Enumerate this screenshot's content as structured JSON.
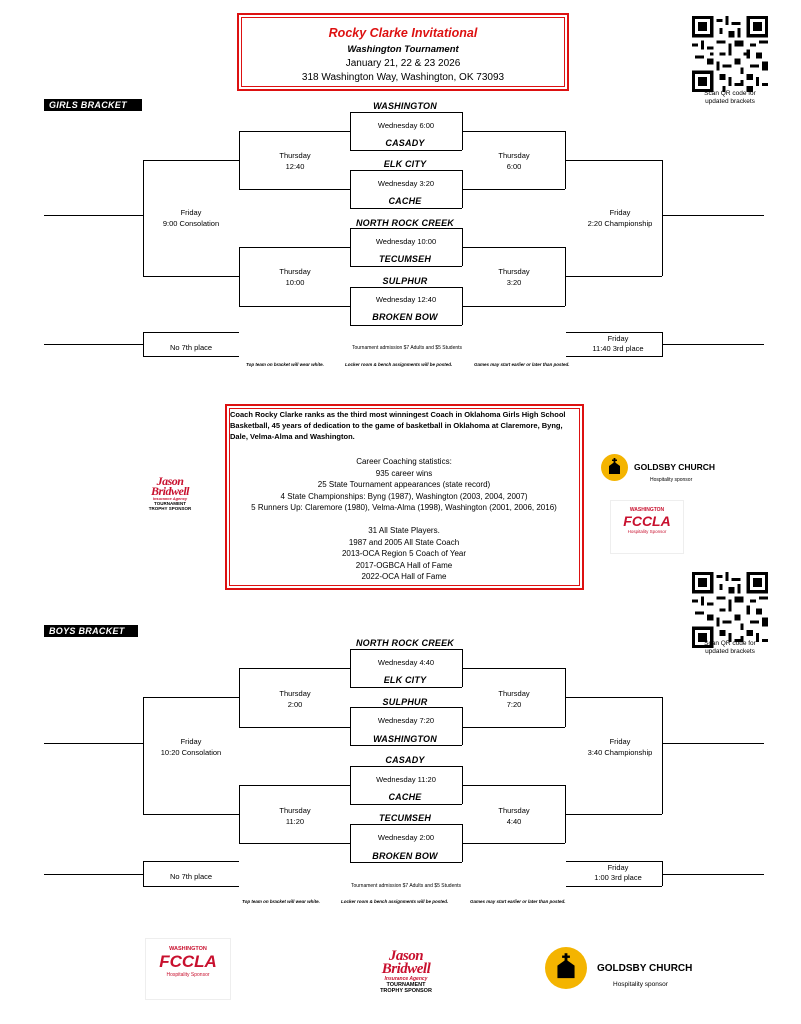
{
  "header": {
    "title": "Rocky Clarke Invitational",
    "subtitle": "Washington Tournament",
    "dates": "January 21, 22 & 23   2026",
    "address": "318 Washington Way,  Washington, OK  73093"
  },
  "qr": {
    "caption_line1": "Scan QR code for",
    "caption_line2": "updated brackets"
  },
  "girls": {
    "tag": "GIRLS BRACKET",
    "teams": [
      "WASHINGTON",
      "CASADY",
      "ELK CITY",
      "CACHE",
      "NORTH ROCK CREEK",
      "TECUMSEH",
      "SULPHUR",
      "BROKEN BOW"
    ],
    "first_round": [
      "Wednesday 6:00",
      "Wednesday  3:20",
      "Wednesday 10:00",
      "Wednesday 12:40"
    ],
    "semis_left": [
      {
        "day": "Thursday",
        "time": "12:40"
      },
      {
        "day": "Thursday",
        "time": "10:00"
      }
    ],
    "semis_right": [
      {
        "day": "Thursday",
        "time": "6:00"
      },
      {
        "day": "Thursday",
        "time": "3:20"
      }
    ],
    "consolation": {
      "day": "Friday",
      "time": "9:00  Consolation"
    },
    "championship": {
      "day": "Friday",
      "time": "2:20 Championship"
    },
    "seventh": "No  7th place",
    "third": {
      "day": "Friday",
      "time": "11:40  3rd place"
    },
    "admission": "Tournament admission $7 Adults and $5 Students",
    "notes": [
      "Top team on bracket will wear white.",
      "Locker room & bench assignments will be posted.",
      "Games may start earlier or later than posted."
    ]
  },
  "bio": {
    "intro": "Coach Rocky Clarke ranks as the third most winningest Coach in Oklahoma Girls High School Basketball, 45 years of dedication to the game of basketball in Oklahoma at Claremore, Byng, Dale, Velma-Alma and Washington.",
    "stats": [
      "Career Coaching statistics:",
      "935 career wins",
      "25 State Tournament appearances (state record)",
      "4 State Championships: Byng (1987), Washington (2003, 2004, 2007)",
      "5 Runners Up: Claremore (1980), Velma-Alma (1998), Washington (2001, 2006, 2016)"
    ],
    "honors": [
      "31 All State Players.",
      "1987 and 2005 All State Coach",
      "2013-OCA Region 5 Coach of Year",
      "2017-OGBCA Hall of Fame",
      "2022-OCA Hall of Fame"
    ]
  },
  "sponsors": {
    "jason_line1": "Jason",
    "jason_line2": "Bridwell",
    "jason_agency": "Insurance Agency",
    "jason_label1": "TOURNAMENT",
    "jason_label2": "TROPHY SPONSOR",
    "goldsby": "GOLDSBY CHURCH",
    "goldsby_label": "Hospitality sponsor",
    "fccla_top": "WASHINGTON",
    "fccla": "FCCLA",
    "fccla_label": "Hospitality Sponsor",
    "colors": {
      "red": "#c8102e",
      "gold": "#f4b400"
    }
  },
  "boys": {
    "tag": "BOYS BRACKET",
    "teams": [
      "NORTH ROCK CREEK",
      "ELK CITY",
      "SULPHUR",
      "WASHINGTON",
      "CASADY",
      "CACHE",
      "TECUMSEH",
      "BROKEN BOW"
    ],
    "first_round": [
      "Wednesday  4:40",
      "Wednesday 7:20",
      "Wednesday  11:20",
      "Wednesday 2:00"
    ],
    "semis_left": [
      {
        "day": "Thursday",
        "time": "2:00"
      },
      {
        "day": "Thursday",
        "time": "11:20"
      }
    ],
    "semis_right": [
      {
        "day": "Thursday",
        "time": "7:20"
      },
      {
        "day": "Thursday",
        "time": "4:40"
      }
    ],
    "consolation": {
      "day": "Friday",
      "time": "10:20  Consolation"
    },
    "championship": {
      "day": "Friday",
      "time": "3:40 Championship"
    },
    "seventh": "No  7th place",
    "third": {
      "day": "Friday",
      "time": "1:00   3rd place"
    },
    "admission": "Tournament admission $7 Adults and $5 Students",
    "notes": [
      "Top team on bracket will wear white.",
      "Locker room & bench assignments will be posted.",
      "Games may start earlier or later than posted."
    ]
  }
}
